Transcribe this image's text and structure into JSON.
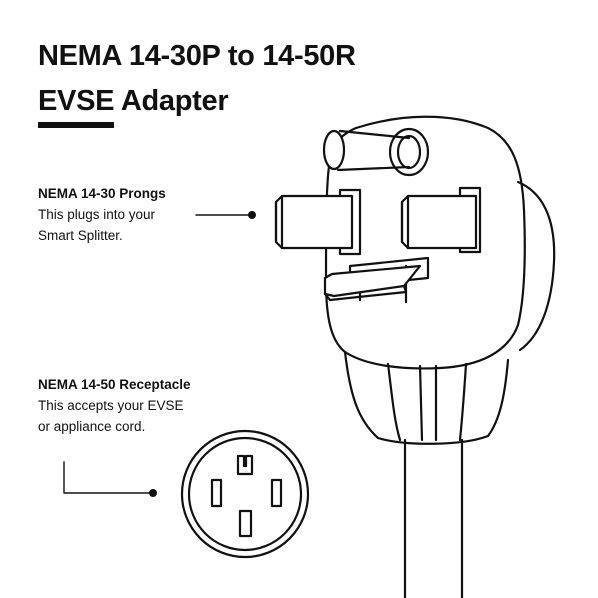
{
  "title": {
    "line1": "NEMA 14-30P to 14-50R",
    "line2": "EVSE Adapter"
  },
  "callouts": [
    {
      "heading": "NEMA 14-30 Prongs",
      "line1": "This plugs into your",
      "line2": "Smart Splitter."
    },
    {
      "heading": "NEMA 14-50 Receptacle",
      "line1": "This accepts your EVSE",
      "line2": "or appliance cord."
    }
  ],
  "colors": {
    "ink": "#111111",
    "background": "#ffffff"
  }
}
